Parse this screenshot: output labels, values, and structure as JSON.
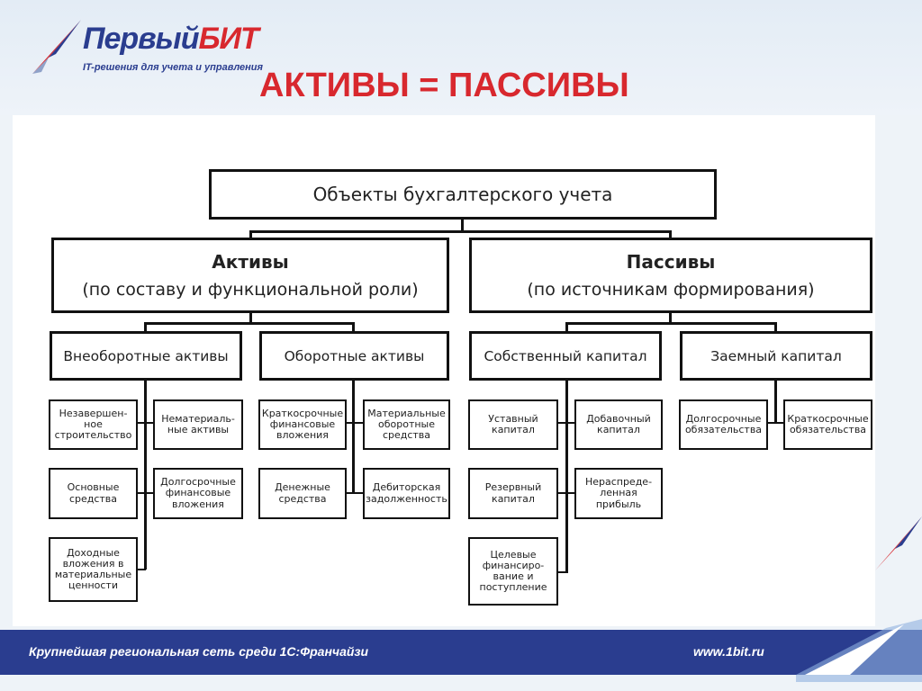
{
  "header": {
    "logo_prefix": "Первый",
    "logo_suffix": "БИТ",
    "tagline": "IT-решения для учета и управления",
    "title": "АКТИВЫ = ПАССИВЫ"
  },
  "diagram": {
    "root": "Объекты бухгалтерского учета",
    "assets": {
      "title": "Активы",
      "subtitle": "(по составу и функциональной роли)"
    },
    "liabilities": {
      "title": "Пассивы",
      "subtitle": "(по источникам формирования)"
    },
    "noncurrent": "Внеоборотные активы",
    "current": "Оборотные активы",
    "equity": "Собственный капитал",
    "borrowed": "Заемный капитал",
    "noncurrent_items": [
      "Незавершен-ное строительство",
      "Нематериаль-ные активы",
      "Основные средства",
      "Долгосрочные финансовые вложения",
      "Доходные вложения в материальные ценности"
    ],
    "current_items": [
      "Краткосрочные финансовые вложения",
      "Материальные оборотные средства",
      "Денежные средства",
      "Дебиторская задолженность"
    ],
    "equity_items": [
      "Уставный капитал",
      "Добавочный капитал",
      "Резервный капитал",
      "Нераспреде-ленная прибыль",
      "Целевые финансиро-вание и поступление"
    ],
    "borrowed_items": [
      "Долгосрочные обязательства",
      "Краткосрочные обязательства"
    ]
  },
  "footer": {
    "left": "Крупнейшая региональная сеть среди 1С:Франчайзи",
    "right": "www.1bit.ru"
  },
  "colors": {
    "brand_blue": "#2a3d8f",
    "brand_red": "#d8282e"
  }
}
